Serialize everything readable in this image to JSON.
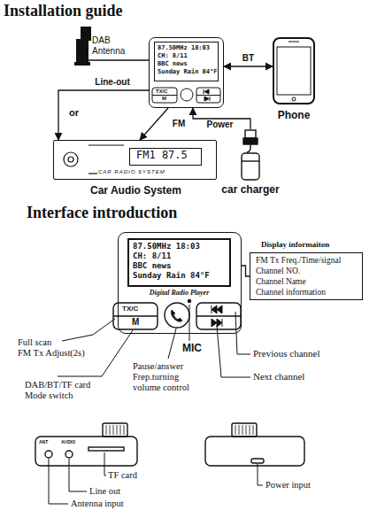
{
  "diagram": {
    "title": "Installation guide",
    "nodes": [
      {
        "text": [
          "87.50MHz 18:03",
          "CH: 8/11",
          "BBC news",
          "Sunday Rain 84°F"
        ]
      },
      {
        "text": [
          "Phone"
        ]
      },
      {
        "text": [
          "FM1 87.5",
          "CAR RADIO SYSTEM",
          "Car Audio System"
        ]
      },
      {
        "text": [
          "car charger"
        ]
      },
      {
        "text": [
          "87.50MHz 18:03",
          "CH: 8/11",
          "BBC news",
          "Sunday Rain 84°F",
          "Digital Radio Player"
        ]
      },
      {
        "text": [
          "Display informaiton",
          "FM Tx Freq./Time/signal",
          "Channel NO.",
          "Channel Name",
          "Channel information"
        ]
      }
    ],
    "edges": [
      {
        "from": 0,
        "to": 1,
        "label": "BT",
        "arrow": "both"
      },
      {
        "from": 0,
        "to": 2,
        "label": "Line-out",
        "arrow": "to"
      },
      {
        "from": 0,
        "to": 2,
        "label": "FM",
        "arrow": "to"
      },
      {
        "from": 3,
        "to": 0,
        "label": "Power",
        "arrow": "to"
      },
      {
        "from": 4,
        "to": 5,
        "arrow": "none"
      }
    ],
    "labels": [
      "DAB Antenna",
      "TX/C",
      "M",
      "or",
      "Interface introduction",
      "TX/C",
      "M",
      "Full scan",
      "FM Tx Adjust(2s)",
      "DAB/BT/TF card Mode switch",
      "Pause/answer Frep.turning volume control",
      "MIC",
      "Previous channel",
      "Next channel",
      "ANT",
      "AUDIO",
      "TF card",
      "Line out",
      "Antenna input",
      "Power input"
    ]
  }
}
